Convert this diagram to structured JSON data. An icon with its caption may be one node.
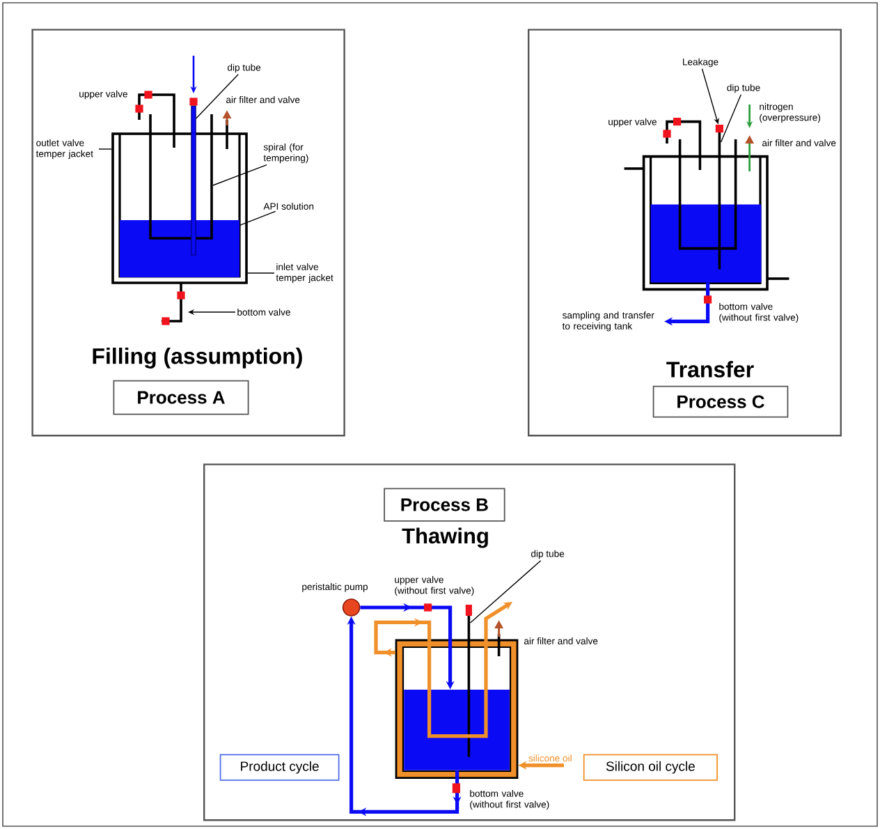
{
  "diagram": {
    "nodes": [
      {
        "text": [
          "Filling (assumption)"
        ]
      },
      {
        "text": [
          "dip tube"
        ],
        "in": 0
      },
      {
        "text": [],
        "shape": "bar",
        "in": 0
      },
      {
        "text": [
          "outlet valve temper jacket"
        ],
        "in": 0
      },
      {
        "text": [
          "spiral (for tempering)"
        ],
        "in": 0
      },
      {
        "text": [],
        "shape": "box",
        "in": 0
      },
      {
        "text": [],
        "shape": "box",
        "in": 5
      },
      {
        "text": [
          "API solution"
        ],
        "in": 0
      },
      {
        "text": [
          "inlet valve temper jacket"
        ],
        "in": 0
      },
      {
        "text": [
          "bottom valve"
        ],
        "in": 0
      },
      {
        "text": [
          "Process A"
        ],
        "in": 0
      },
      {
        "text": [
          "Transfer"
        ]
      },
      {
        "text": [
          "Leakage"
        ],
        "in": 11
      },
      {
        "text": [
          "dip tube"
        ],
        "in": 11
      },
      {
        "text": [],
        "shape": "box",
        "in": 11
      },
      {
        "text": [],
        "shape": "bar",
        "in": 11
      },
      {
        "text": [],
        "shape": "box",
        "in": 11
      },
      {
        "text": [],
        "shape": "box",
        "in": 16
      },
      {
        "text": [
          "sampling and transfer to receiving tank"
        ],
        "in": 11
      },
      {
        "text": [
          "Process C"
        ],
        "in": 11
      },
      {
        "text": [
          "Thawing"
        ]
      },
      {
        "text": [
          "Process B"
        ],
        "in": 20
      },
      {
        "text": [],
        "shape": "circle",
        "in": 20
      },
      {
        "text": [
          "dip tube"
        ],
        "in": 20
      },
      {
        "text": [],
        "shape": "bar",
        "in": 20
      },
      {
        "text": [],
        "shape": "box",
        "in": 20
      },
      {
        "text": [],
        "shape": "box",
        "in": 25
      },
      {
        "text": [
          "Product cycle"
        ],
        "in": 20
      },
      {
        "text": [
          "Silicon oil cycle"
        ],
        "in": 20
      }
    ],
    "edges": [
      {
        "from": 1,
        "to": 2,
        "arrow": "none"
      },
      {
        "from": 3,
        "to": 5,
        "arrow": "none"
      },
      {
        "from": 4,
        "to": null,
        "arrow": "none"
      },
      {
        "from": 7,
        "to": 6,
        "arrow": "none"
      },
      {
        "from": 8,
        "to": 5,
        "arrow": "none"
      },
      {
        "from": 9,
        "to": null,
        "arrow": "to"
      },
      {
        "from": 12,
        "to": 14,
        "arrow": "to"
      },
      {
        "from": 13,
        "to": 15,
        "arrow": "none"
      },
      {
        "from": 17,
        "to": 18,
        "arrow": "to",
        "style": "thick",
        "color": "#0a0af5"
      },
      {
        "from": 23,
        "to": 24,
        "arrow": "none"
      },
      {
        "from": 22,
        "to": 26,
        "arrow": "to",
        "style": "thick",
        "color": "#0a0af5"
      },
      {
        "from": 26,
        "to": 22,
        "arrow": "to",
        "style": "thick",
        "color": "#0a0af5"
      },
      {
        "from": null,
        "to": 25,
        "arrow": "to",
        "label": "silicone oil",
        "style": "thick",
        "color": "#f0902a"
      },
      {
        "from": 25,
        "to": null,
        "arrow": "to",
        "style": "thick",
        "color": "#f0902a"
      }
    ],
    "labels": [
      "upper valve",
      "air filter and valve",
      "upper valve",
      "nitrogen (overpressure)",
      "air filter and valve",
      "bottom valve (without first valve)",
      "peristaltic pump",
      "upper valve (without first valve)",
      "air filter and valve",
      "bottom valve (without first valve)"
    ]
  }
}
